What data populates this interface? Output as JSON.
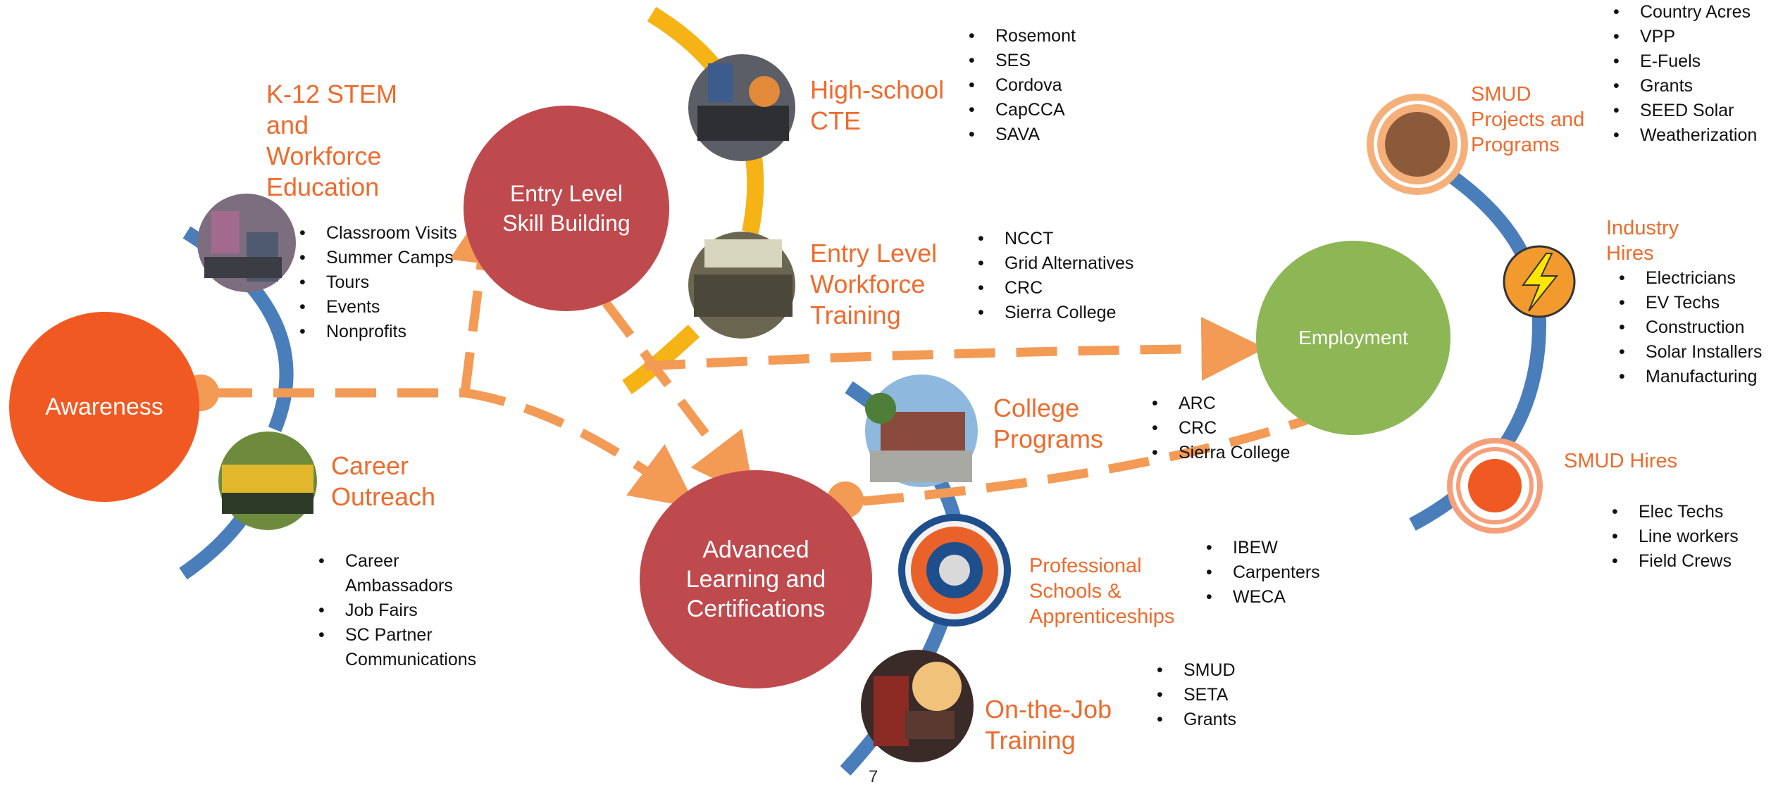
{
  "hubs": {
    "awareness": "Awareness",
    "entry_level": [
      "Entry Level",
      "Skill Building"
    ],
    "advanced": [
      "Advanced",
      "Learning and",
      "Certifications"
    ],
    "employment": "Employment"
  },
  "k12": {
    "title": [
      "K-12 STEM",
      "and",
      "Workforce",
      "Education"
    ],
    "items": [
      "Classroom Visits",
      "Summer Camps",
      "Tours",
      "Events",
      "Nonprofits"
    ]
  },
  "career_outreach": {
    "title": [
      "Career",
      "Outreach"
    ],
    "items": [
      [
        "Career",
        "Ambassadors"
      ],
      [
        "Job Fairs"
      ],
      [
        "SC Partner",
        "Communications"
      ]
    ]
  },
  "highschool": {
    "title": [
      "High-school",
      "CTE"
    ],
    "items": [
      "Rosemont",
      "SES",
      "Cordova",
      "CapCCA",
      "SAVA"
    ]
  },
  "entry_training": {
    "title": [
      "Entry Level",
      "Workforce",
      "Training"
    ],
    "items": [
      "NCCT",
      "Grid Alternatives",
      "CRC",
      "Sierra College"
    ]
  },
  "college": {
    "title": [
      "College",
      "Programs"
    ],
    "items": [
      "ARC",
      "CRC",
      "Sierra College"
    ]
  },
  "professional": {
    "title": [
      "Professional",
      "Schools &",
      "Apprenticeships"
    ],
    "items": [
      "IBEW",
      "Carpenters",
      "WECA"
    ]
  },
  "ojt": {
    "title": [
      "On-the-Job",
      "Training"
    ],
    "items": [
      "SMUD",
      "SETA",
      "Grants"
    ]
  },
  "smud_projects": {
    "title": [
      "SMUD",
      "Projects and",
      "Programs"
    ],
    "items": [
      "Country Acres",
      "VPP",
      "E-Fuels",
      "Grants",
      "SEED Solar",
      "Weatherization"
    ]
  },
  "industry_hires": {
    "title": [
      "Industry",
      "Hires"
    ],
    "items": [
      "Electricians",
      "EV Techs",
      "Construction",
      "Solar Installers",
      "Manufacturing"
    ]
  },
  "smud_hires": {
    "title": "SMUD Hires",
    "items": [
      "Elec Techs",
      "Line workers",
      "Field Crews"
    ]
  },
  "page_number": "7",
  "colors": {
    "orange_label": "#ED6B2D",
    "awareness_fill": "#F05A22",
    "hub_red": "#BF4A4E",
    "employment_green": "#8DB655",
    "arc_blue": "#4A7EBB",
    "arc_gold": "#F5B316",
    "dash_orange": "#F39A55"
  }
}
